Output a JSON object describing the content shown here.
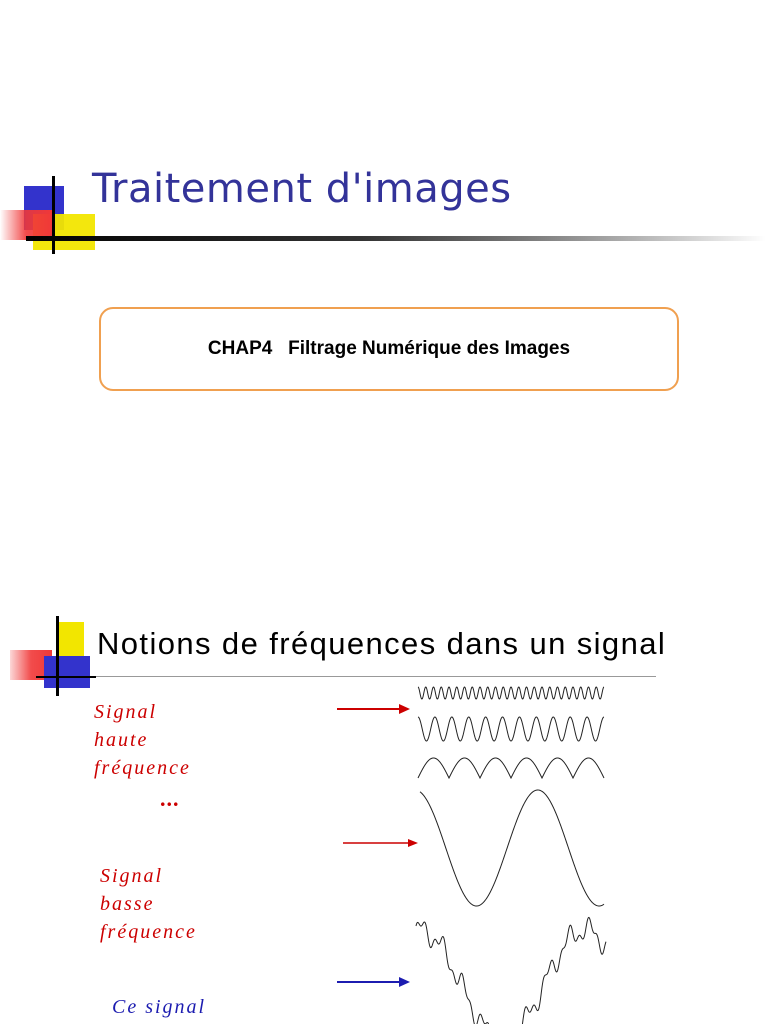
{
  "slide1": {
    "title": "Traitement d'images",
    "chapter": "CHAP4   Filtrage Numérique des Images"
  },
  "slide2": {
    "title": "Notions de fréquences dans un signal",
    "labels": {
      "high_line1": "Signal",
      "high_line2": "haute",
      "high_line3": "fréquence",
      "ellipsis": "...",
      "low_line1": "Signal",
      "low_line2": "basse",
      "low_line3": "fréquence",
      "composite": "Ce signal"
    }
  },
  "colors": {
    "title_blue": "#333399",
    "label_red": "#cc0000",
    "label_blue": "#1c1cb0",
    "box_border": "#f0a050",
    "deco_blue": "#3333cc",
    "deco_yellow": "#f2e600",
    "deco_red": "#f03838"
  }
}
